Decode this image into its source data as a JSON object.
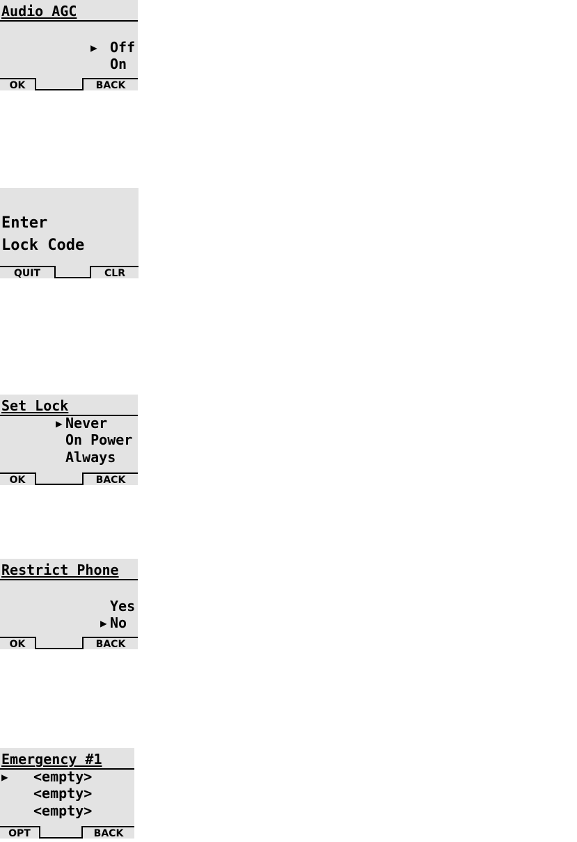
{
  "audio_agc": {
    "title": "Audio AGC",
    "options": [
      "Off",
      "On"
    ],
    "selected": "Off",
    "softkeys": {
      "left": "OK",
      "right": "BACK"
    }
  },
  "lock_code": {
    "line1": "Enter",
    "line2": "Lock Code",
    "entry": "----",
    "softkeys": {
      "left": "QUIT",
      "right": "CLR"
    }
  },
  "set_lock": {
    "title": "Set Lock",
    "options": [
      "Never",
      "On Power",
      "Always"
    ],
    "selected": "Never",
    "softkeys": {
      "left": "OK",
      "right": "BACK"
    }
  },
  "restrict_phone": {
    "title": "Restrict Phone",
    "options": [
      "Yes",
      "No"
    ],
    "selected": "No",
    "softkeys": {
      "left": "OK",
      "right": "BACK"
    }
  },
  "emergency": {
    "title": "Emergency #1",
    "entries": [
      "<empty>",
      "<empty>",
      "<empty>"
    ],
    "selected_index": 0,
    "softkeys": {
      "left": "OPT",
      "right": "BACK"
    }
  },
  "icons": {
    "selector": "right-triangle-icon"
  }
}
